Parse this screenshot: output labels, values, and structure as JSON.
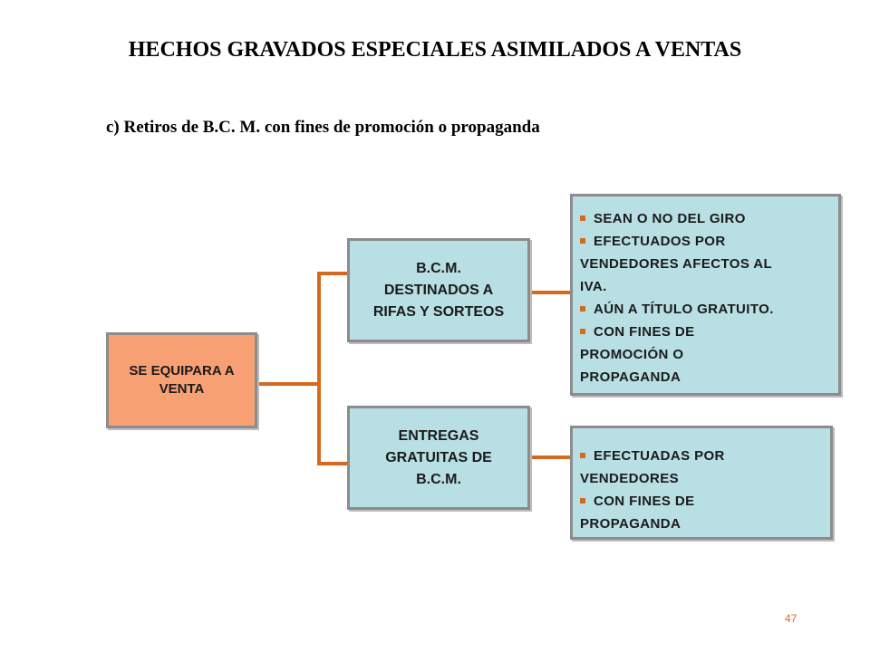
{
  "title": "HECHOS GRAVADOS ESPECIALES ASIMILADOS A VENTAS",
  "subtitle": "c) Retiros de B.C. M. con fines de promoción o propaganda",
  "root": {
    "lines": [
      "SE EQUIPARA A",
      "VENTA"
    ]
  },
  "branch_top": {
    "lines": [
      "B.C.M.",
      "DESTINADOS A",
      "RIFAS Y SORTEOS"
    ]
  },
  "branch_bottom": {
    "lines": [
      "ENTREGAS",
      "GRATUITAS DE",
      "B.C.M."
    ]
  },
  "detail_top": {
    "items": [
      "SEAN O NO DEL GIRO",
      "EFECTUADOS POR",
      "VENDEDORES AFECTOS AL",
      "IVA.",
      "AÚN A TÍTULO GRATUITO.",
      "CON FINES DE",
      "PROMOCIÓN O",
      "PROPAGANDA"
    ]
  },
  "detail_bottom": {
    "items": [
      "EFECTUADAS POR",
      "VENDEDORES",
      "CON FINES DE",
      "PROPAGANDA"
    ]
  },
  "page_number": "47",
  "colors": {
    "orange_box": "#f7a074",
    "teal_box": "#b8dfe3",
    "connector": "#d46a1f",
    "border": "#8c8c8c"
  }
}
